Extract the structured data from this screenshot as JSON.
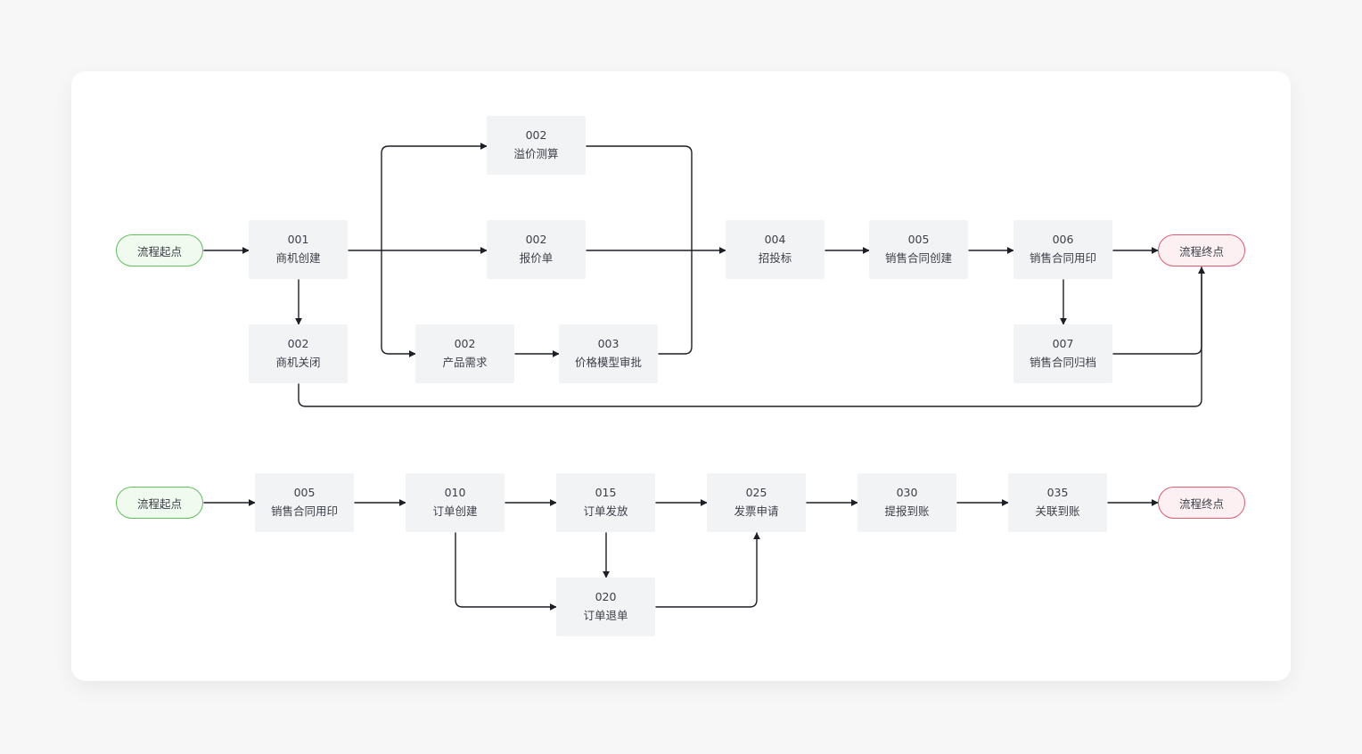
{
  "flow1": {
    "start": "流程起点",
    "end": "流程终点",
    "nodes": {
      "n001": {
        "code": "001",
        "label": "商机创建"
      },
      "n002_close": {
        "code": "002",
        "label": "商机关闭"
      },
      "n002_premium": {
        "code": "002",
        "label": "溢价测算"
      },
      "n002_quote": {
        "code": "002",
        "label": "报价单"
      },
      "n002_demand": {
        "code": "002",
        "label": "产品需求"
      },
      "n003": {
        "code": "003",
        "label": "价格模型审批"
      },
      "n004": {
        "code": "004",
        "label": "招投标"
      },
      "n005": {
        "code": "005",
        "label": "销售合同创建"
      },
      "n006": {
        "code": "006",
        "label": "销售合同用印"
      },
      "n007": {
        "code": "007",
        "label": "销售合同归档"
      }
    }
  },
  "flow2": {
    "start": "流程起点",
    "end": "流程终点",
    "nodes": {
      "n005": {
        "code": "005",
        "label": "销售合同用印"
      },
      "n010": {
        "code": "010",
        "label": "订单创建"
      },
      "n015": {
        "code": "015",
        "label": "订单发放"
      },
      "n020": {
        "code": "020",
        "label": "订单退单"
      },
      "n025": {
        "code": "025",
        "label": "发票申请"
      },
      "n030": {
        "code": "030",
        "label": "提报到账"
      },
      "n035": {
        "code": "035",
        "label": "关联到账"
      }
    }
  },
  "colors": {
    "edge": "#1c1f26",
    "node_bg": "#f2f3f5",
    "start_border": "#5cc35a",
    "end_border": "#e05a73"
  }
}
